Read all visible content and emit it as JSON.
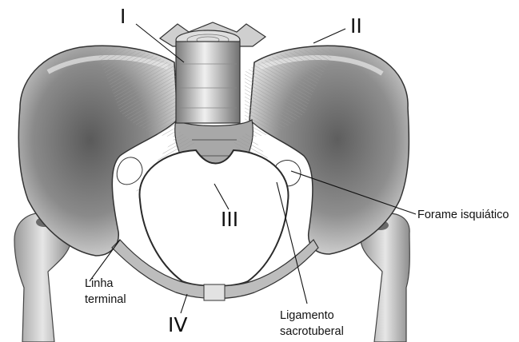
{
  "figure": {
    "colors": {
      "background": "#ffffff",
      "bone": "#e9e9e9",
      "bone_dark": "#6f6f6f",
      "ink": "#111111",
      "ligament": "#f4f4f4"
    }
  },
  "labels": {
    "roman_1": "I",
    "roman_2": "II",
    "roman_3": "III",
    "roman_4": "IV",
    "forame": "Forame isquiático",
    "linha_1": "Linha",
    "linha_2": "terminal",
    "ligamento_1": "Ligamento",
    "ligamento_2": "sacrotuberal"
  }
}
